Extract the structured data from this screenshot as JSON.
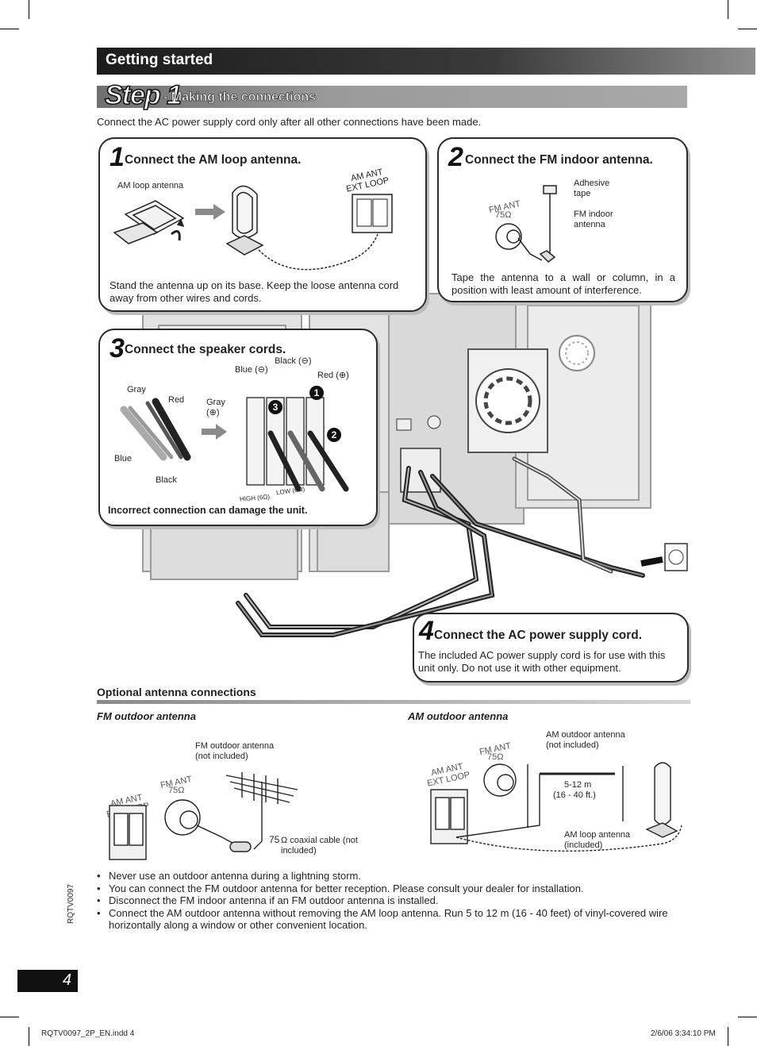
{
  "section_title": "Getting started",
  "step": {
    "word": "Step 1",
    "subtitle": "- Making the connections"
  },
  "intro": "Connect the AC power supply cord only after all other connections have been made.",
  "panel1": {
    "number": "1",
    "title": "Connect the AM loop antenna.",
    "label_loop": "AM loop antenna",
    "terminal_line1": "AM ANT",
    "terminal_line2": "EXT LOOP",
    "text": "Stand the antenna up on its base. Keep the loose antenna cord away from other wires and cords."
  },
  "panel2": {
    "number": "2",
    "title": "Connect the FM indoor antenna.",
    "terminal_line1": "FM ANT",
    "terminal_line2": "75Ω",
    "label_tape": "Adhesive tape",
    "label_antenna": "FM indoor antenna",
    "text": "Tape the antenna to a wall or column, in a position with least amount of interference."
  },
  "panel3": {
    "number": "3",
    "title": "Connect the speaker cords.",
    "labels": {
      "gray": "Gray",
      "red": "Red",
      "blue": "Blue",
      "black": "Black",
      "gray_plus": "Gray",
      "gray_plus_sym": "(⊕)",
      "blue_minus": "Blue (⊖)",
      "black_minus": "Black (⊖)",
      "red_plus": "Red (⊕)",
      "high": "HIGH (6Ω)",
      "low": "LOW (6Ω)",
      "step1": "1",
      "step2": "2",
      "step3": "3"
    },
    "warning": "Incorrect connection can damage the unit."
  },
  "panel4": {
    "number": "4",
    "title": "Connect the AC power supply cord.",
    "text": "The included AC power supply cord is for use with this unit only. Do not use it with other equipment."
  },
  "optional": {
    "heading": "Optional antenna connections",
    "fm": {
      "subhead": "FM outdoor antenna",
      "label_antenna": "FM outdoor antenna (not included)",
      "label_cable_value": "75",
      "label_cable": "Ω coaxial cable (not included)",
      "am_line1": "AM ANT",
      "am_line2": "EXT LOOP",
      "fm_line1": "FM ANT",
      "fm_line2": "75Ω"
    },
    "am": {
      "subhead": "AM outdoor antenna",
      "label_antenna": "AM outdoor antenna (not included)",
      "distance": "5-12 m",
      "distance_ft": "(16 - 40 ft.)",
      "label_loop": "AM loop antenna (included)",
      "am_line1": "AM ANT",
      "am_line2": "EXT LOOP",
      "fm_line1": "FM ANT",
      "fm_line2": "75Ω"
    }
  },
  "notes": [
    "Never use an outdoor antenna during a lightning storm.",
    "You can connect the FM outdoor antenna for better reception. Please consult your dealer for installation.",
    "Disconnect the FM indoor antenna if an FM outdoor antenna is installed.",
    "Connect the AM outdoor antenna without removing the AM loop antenna. Run 5 to 12 m (16 - 40 feet) of vinyl-covered wire horizontally along a window or other convenient location."
  ],
  "page_number": "4",
  "doc_code": "RQTV0097",
  "footer_left": "RQTV0097_2P_EN.indd   4",
  "footer_right": "2/6/06   3:34:10 PM"
}
